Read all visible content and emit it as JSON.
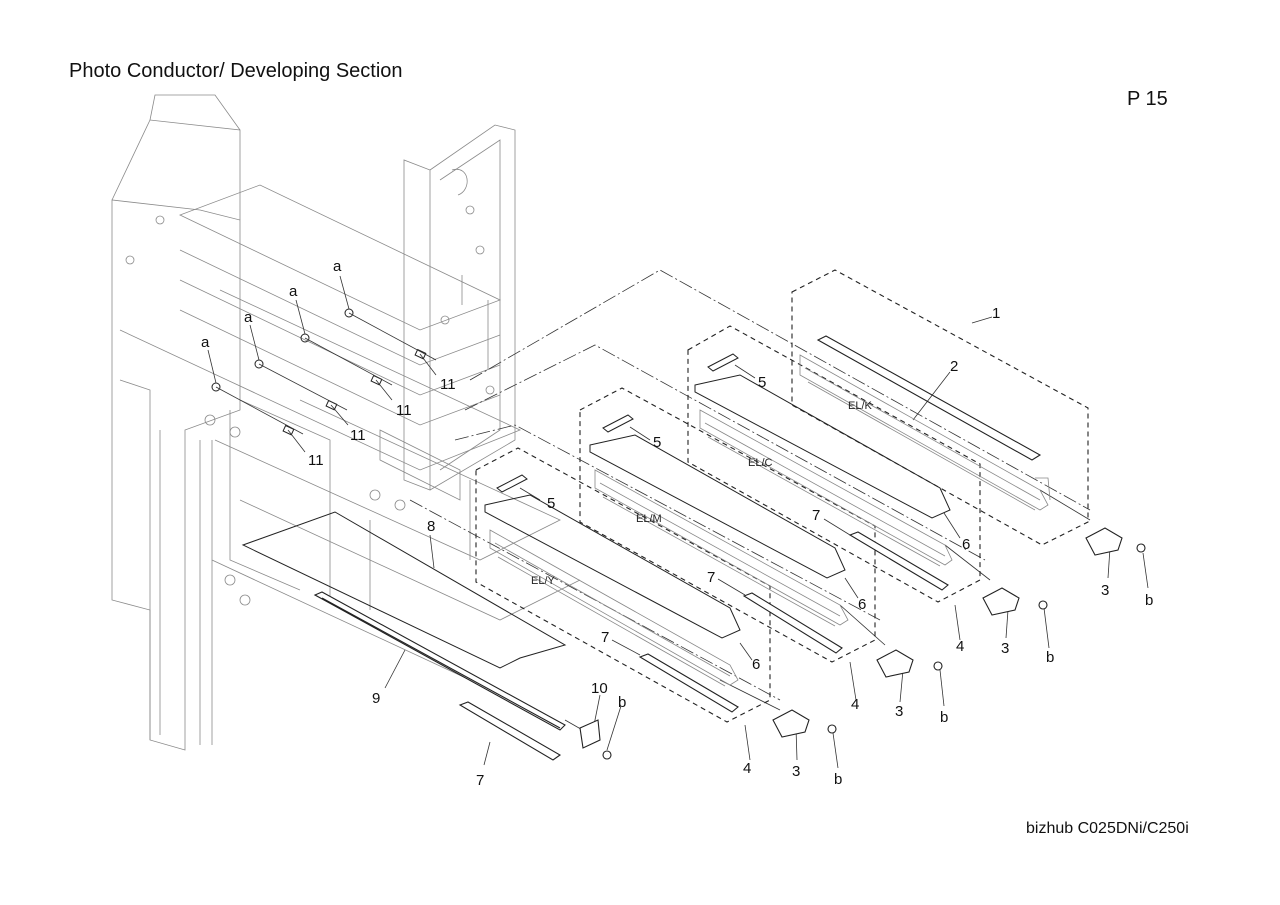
{
  "header": {
    "title": "Photo Conductor/ Developing Section",
    "page": "P 15"
  },
  "footer": {
    "model": "bizhub C025DNi/C250i"
  },
  "callouts": {
    "c1": "1",
    "c2": "2",
    "c3": "3",
    "c4": "4",
    "c5": "5",
    "c6": "6",
    "c7": "7",
    "c8": "8",
    "c9": "9",
    "c10": "10",
    "c11": "11",
    "ca": "a",
    "cb": "b"
  },
  "units": {
    "k": "EL/K",
    "c": "EL/C",
    "m": "EL/M",
    "y": "EL/Y"
  },
  "colors": {
    "line": "#333333",
    "frame": "#8a8a8a",
    "part": "#222222"
  }
}
